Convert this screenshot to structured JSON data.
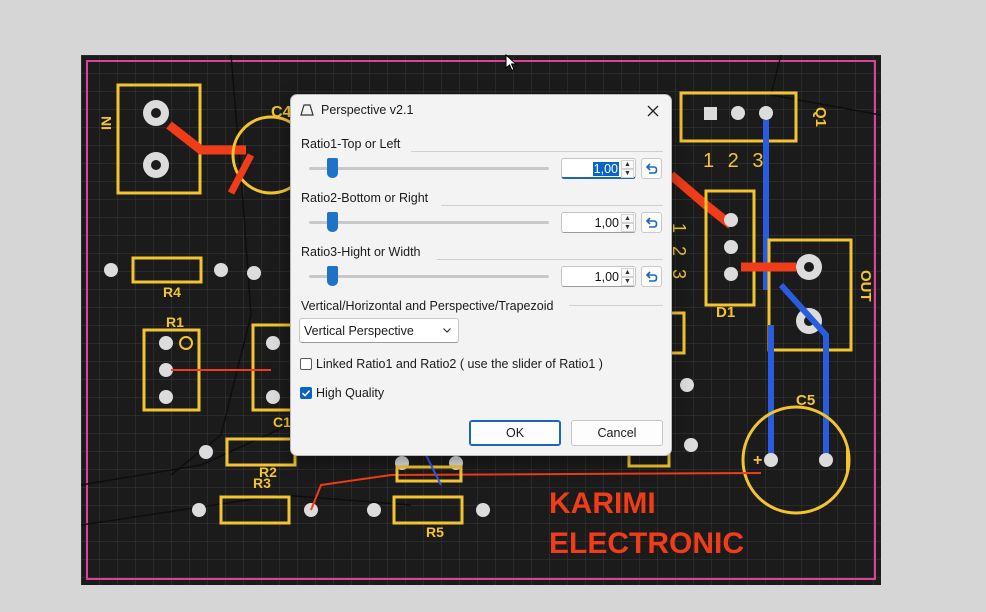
{
  "canvas": {
    "pcb_labels": {
      "in": "IN",
      "q1": "Q1",
      "q1_pins": "1 2 3",
      "d1_pins": "1 2 3",
      "d1": "D1",
      "out": "OUT",
      "c5": "C5",
      "c4": "C4",
      "c1": "C1",
      "r1": "R1",
      "r2": "R2",
      "r3": "R3",
      "r4": "R4",
      "r5": "R5",
      "brand_line1": "KARIMI",
      "brand_line2": "ELECTRONIC"
    }
  },
  "dialog": {
    "title": "Perspective v2.1",
    "ratio1": {
      "label": "Ratio1-Top or Left",
      "value": "1,00",
      "slider_fraction": 0.08
    },
    "ratio2": {
      "label": "Ratio2-Bottom or Right",
      "value": "1,00",
      "slider_fraction": 0.08
    },
    "ratio3": {
      "label": "Ratio3-Hight or Width",
      "value": "1,00",
      "slider_fraction": 0.08
    },
    "mode_group_label": "Vertical/Horizontal and Perspective/Trapezoid",
    "mode_selected": "Vertical Perspective",
    "linked_label": "Linked Ratio1 and Ratio2 ( use the slider of Ratio1 )",
    "linked_checked": false,
    "hq_label": "High Quality",
    "hq_checked": true,
    "ok_label": "OK",
    "cancel_label": "Cancel"
  },
  "colors": {
    "accent": "#0a64c8",
    "pcb_background": "#1b1b1b",
    "pcb_border": "#e0409a",
    "silkscreen": "#f2c530",
    "trace_red": "#f03c18",
    "trace_blue": "#2a5ce0",
    "pad": "#dcdcdc"
  }
}
